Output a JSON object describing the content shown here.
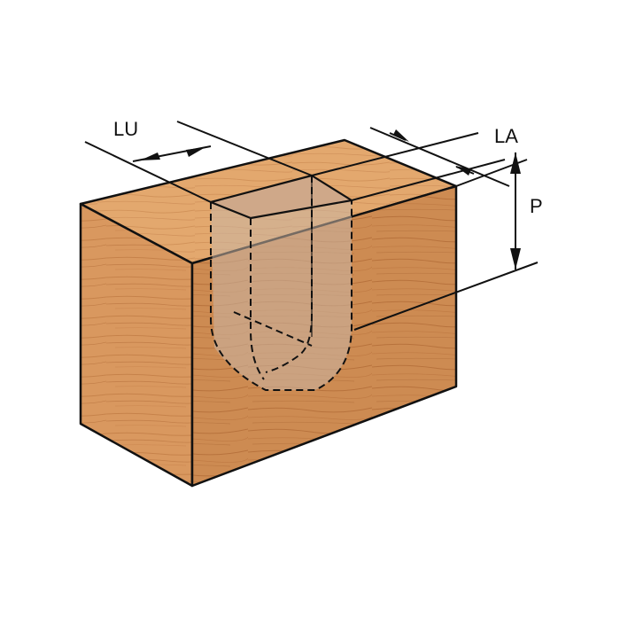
{
  "labels": {
    "lu": "LU",
    "la": "LA",
    "p": "P"
  },
  "colors": {
    "wood_top": "#e2a76d",
    "wood_front": "#d9985f",
    "wood_side": "#cc8a52",
    "grain": "#b56f38",
    "line": "#111111",
    "cavity": "#c9b6a4"
  }
}
